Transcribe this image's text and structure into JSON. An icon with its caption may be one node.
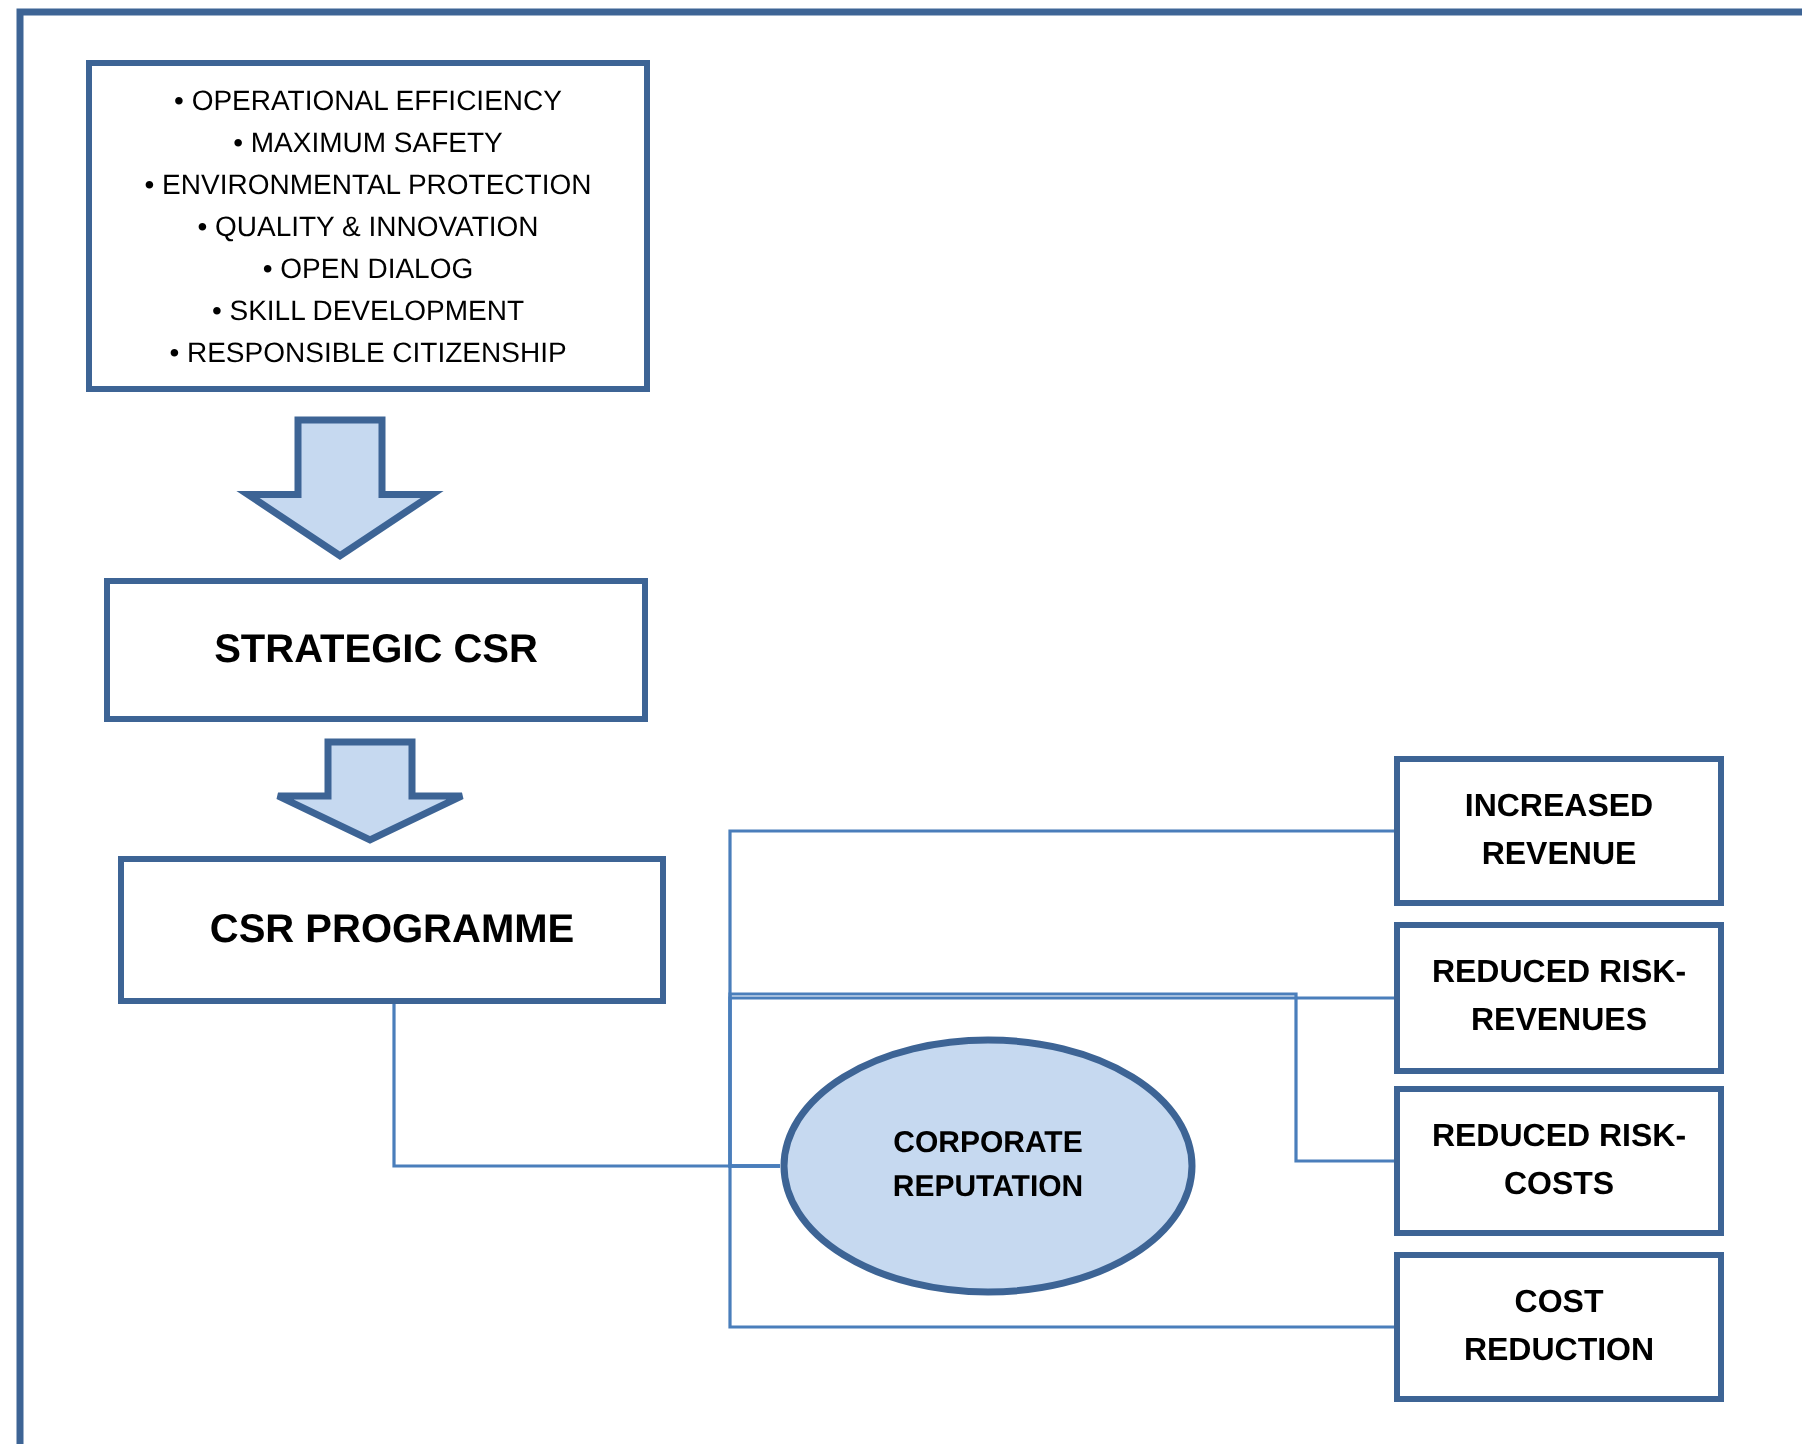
{
  "diagram": {
    "nodes": [
      {
        "text": [
          "• OPERATIONAL EFFICIENCY",
          "• MAXIMUM SAFETY",
          "• ENVIRONMENTAL PROTECTION",
          "• QUALITY & INNOVATION",
          "• OPEN DIALOG",
          "• SKILL DEVELOPMENT",
          "• RESPONSIBLE CITIZENSHIP"
        ]
      },
      {
        "text": [
          "STRATEGIC CSR"
        ]
      },
      {
        "text": [
          "CSR PROGRAMME"
        ]
      },
      {
        "text": [
          "CORPORATE REPUTATION"
        ]
      },
      {
        "text": [
          "INCREASED REVENUE"
        ]
      },
      {
        "text": [
          "REDUCED RISK- REVENUES"
        ]
      },
      {
        "text": [
          "REDUCED RISK- COSTS"
        ]
      },
      {
        "text": [
          "COST REDUCTION"
        ]
      }
    ],
    "edges": [
      {
        "from": 0,
        "to": 1,
        "arrow": "to",
        "style": "thick"
      },
      {
        "from": 1,
        "to": 2,
        "arrow": "to",
        "style": "thick"
      },
      {
        "from": 2,
        "to": 3,
        "arrow": "none"
      },
      {
        "from": 3,
        "to": 4,
        "arrow": "none"
      },
      {
        "from": 3,
        "to": 5,
        "arrow": "none"
      },
      {
        "from": 3,
        "to": 6,
        "arrow": "none"
      },
      {
        "from": 3,
        "to": 7,
        "arrow": "none"
      }
    ]
  }
}
